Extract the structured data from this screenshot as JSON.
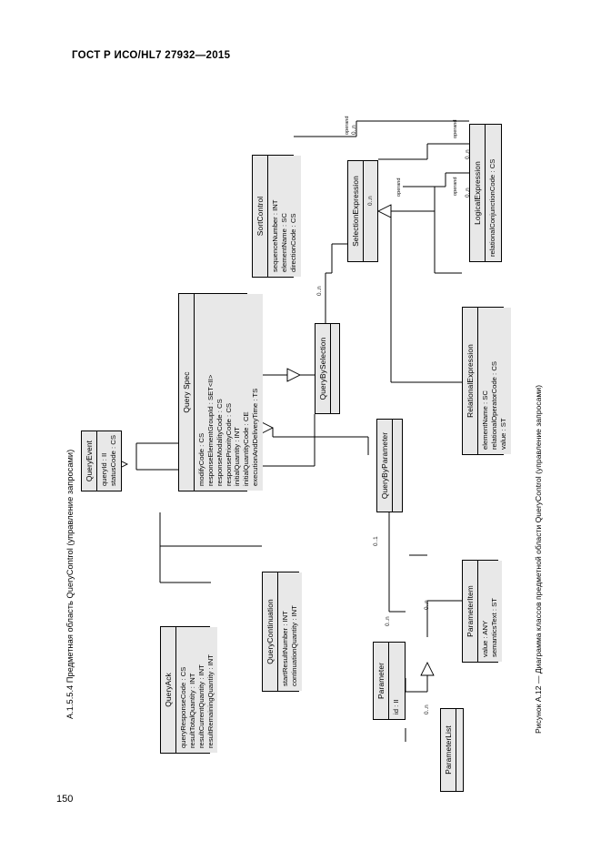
{
  "document": {
    "header": "ГОСТ Р ИСО/HL7 27932—2015",
    "page_number": "150",
    "section_label": "А.1.5.5.4 Предметная область QueryControl (управление запросами)",
    "figure_caption": "Рисунок А.12 — Диаграмма классов предметной области QueryControl (управление запросами)"
  },
  "diagram": {
    "type": "uml-class-diagram",
    "classes": [
      {
        "id": "sort-control",
        "name": "SortControl",
        "attributes": [
          "sequenceNumber : INT",
          "elementName : SC",
          "directionCode : CS"
        ]
      },
      {
        "id": "selection-expression",
        "name": "SelectionExpression",
        "attributes": []
      },
      {
        "id": "logical-expression",
        "name": "LogicalExpression",
        "attributes": [
          "relationalConjunctionCode : CS"
        ]
      },
      {
        "id": "relational-expression",
        "name": "RelationalExpression",
        "attributes": [
          "elementName : SC",
          "relationalOperatorCode : CS",
          "value : ST"
        ]
      },
      {
        "id": "query-spec",
        "name": "Query Spec",
        "attributes": [
          "modifyCode : CS",
          "responseElementGroupId : SET<II>",
          "responseModalityCode : CS",
          "responsePriorityCode : CS",
          "initialQuantity : INT",
          "initialQuantityCode : CE",
          "executionAndDeliveryTime : TS"
        ]
      },
      {
        "id": "query-by-selection",
        "name": "QueryBySelection",
        "attributes": []
      },
      {
        "id": "query-by-parameter",
        "name": "QueryByParameter",
        "attributes": []
      },
      {
        "id": "query-event",
        "name": "QueryEvent",
        "attributes": [
          "queryId : II",
          "statusCode : CS"
        ]
      },
      {
        "id": "query-ack",
        "name": "QueryAck",
        "attributes": [
          "queryResponseCode : CS",
          "resultTotalQuantity : INT",
          "resultCurrentQuantity : INT",
          "resultRemainingQuantity : INT"
        ]
      },
      {
        "id": "query-continuation",
        "name": "QueryContinuation",
        "attributes": [
          "startResultNumber : INT",
          "continuationQuantity : INT"
        ]
      },
      {
        "id": "parameter",
        "name": "Parameter",
        "attributes": [
          "id : II"
        ]
      },
      {
        "id": "parameter-item",
        "name": "ParameterItem",
        "attributes": [
          "value : ANY",
          "semanticsText : ST"
        ]
      },
      {
        "id": "parameter-list",
        "name": "ParameterList",
        "attributes": []
      }
    ],
    "multiplicities": [
      {
        "id": "m1",
        "text": "0..n"
      },
      {
        "id": "m2",
        "text": "0..n"
      },
      {
        "id": "m3",
        "text": "0..n"
      },
      {
        "id": "m4",
        "text": "0..n"
      },
      {
        "id": "m5",
        "text": "0..n"
      },
      {
        "id": "m6",
        "text": "0..1"
      },
      {
        "id": "m7",
        "text": "0..n"
      },
      {
        "id": "m8",
        "text": "0..n"
      },
      {
        "id": "m9",
        "text": "0..n"
      }
    ],
    "roles": [
      {
        "id": "r1",
        "text": "operand"
      },
      {
        "id": "r2",
        "text": "operand"
      },
      {
        "id": "r3",
        "text": "operand"
      },
      {
        "id": "r4",
        "text": "operand"
      }
    ]
  }
}
